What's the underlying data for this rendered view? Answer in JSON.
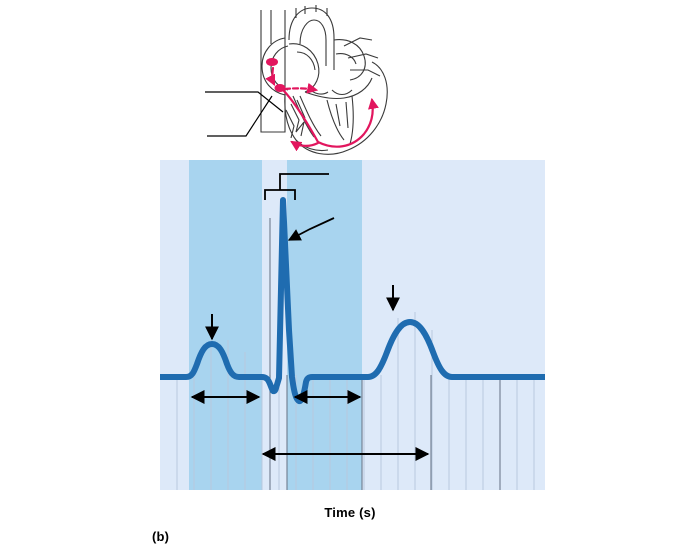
{
  "figure": {
    "panel_label": "(b)",
    "axis_x_label": "Time (s)"
  },
  "colors": {
    "chart_background": "#dde9f9",
    "shaded_band": "#a8d4ef",
    "trace": "#1f6cb0",
    "trace_dark": "#14568f",
    "gridline_minor": "#b9c9de",
    "gridline_major": "#6d7b8d",
    "annotation": "#000000",
    "heart_outline": "#3a3a3a",
    "heart_conduction": "#e2165e"
  },
  "chart_data": {
    "type": "line",
    "title": "",
    "xlabel": "Time (s)",
    "ylabel": "",
    "xlim": [
      0,
      1
    ],
    "ylim": [
      -0.35,
      1.05
    ],
    "grid": true,
    "legend_position": "none",
    "series": [
      {
        "name": "ECG trace",
        "x": [
          0.0,
          0.04,
          0.07,
          0.09,
          0.105,
          0.12,
          0.135,
          0.15,
          0.165,
          0.185,
          0.21,
          0.235,
          0.25,
          0.262,
          0.272,
          0.282,
          0.292,
          0.3,
          0.308,
          0.318,
          0.328,
          0.338,
          0.35,
          0.362,
          0.375,
          0.4,
          0.44,
          0.48,
          0.52,
          0.545,
          0.57,
          0.6,
          0.63,
          0.655,
          0.68,
          0.7,
          0.73,
          0.78,
          0.85,
          0.93,
          1.0
        ],
        "y": [
          0.0,
          0.0,
          0.005,
          0.03,
          0.075,
          0.11,
          0.12,
          0.11,
          0.075,
          0.03,
          0.005,
          0.0,
          -0.005,
          -0.02,
          -0.08,
          -0.06,
          0.05,
          0.9,
          0.45,
          -0.01,
          -0.12,
          -0.16,
          -0.09,
          -0.03,
          -0.01,
          -0.005,
          0.0,
          0.005,
          0.06,
          0.18,
          0.29,
          0.33,
          0.3,
          0.21,
          0.09,
          0.02,
          0.0,
          0.0,
          0.0,
          0.0,
          0.0
        ]
      }
    ],
    "shaded_bands": [
      {
        "name": "p-wave-band",
        "x0": 0.075,
        "x1": 0.265
      },
      {
        "name": "st-segment-band",
        "x0": 0.33,
        "x1": 0.525
      }
    ],
    "wave_markers": [
      {
        "name": "p-wave-arrow",
        "x": 0.135,
        "label": ""
      },
      {
        "name": "qrs-complex-bracket",
        "x": 0.3,
        "label": ""
      },
      {
        "name": "r-wave-leader",
        "x": 0.305,
        "label": ""
      },
      {
        "name": "t-wave-arrow",
        "x": 0.6,
        "label": ""
      }
    ],
    "interval_arrows": [
      {
        "name": "p-r-interval-arrow",
        "x0": 0.075,
        "x1": 0.265
      },
      {
        "name": "s-t-segment-arrow",
        "x0": 0.345,
        "x1": 0.525
      },
      {
        "name": "q-t-interval-arrow",
        "x0": 0.27,
        "x1": 0.7
      }
    ],
    "gridlines_major_x": [
      0.285,
      0.33,
      0.525,
      0.705,
      0.885
    ],
    "gridlines_minor_count": 22
  },
  "heart_diagram": {
    "name": "heart-conduction-diagram",
    "leader_lines": 2,
    "conduction_arrows": 5
  }
}
